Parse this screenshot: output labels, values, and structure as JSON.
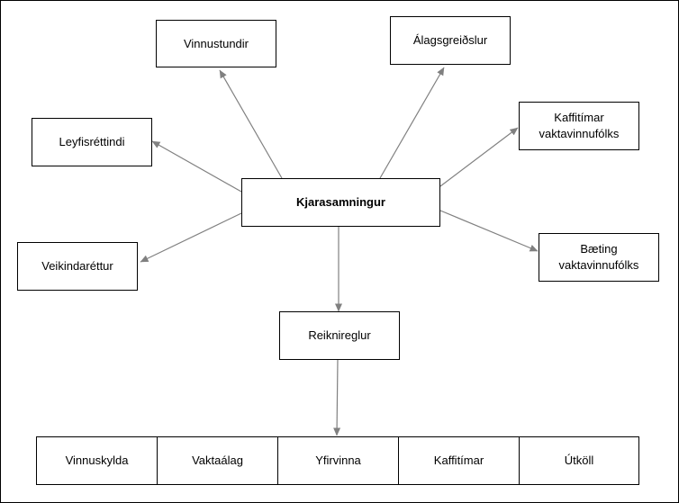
{
  "colors": {
    "border": "#000000",
    "arrow": "#808080",
    "text": "#000000",
    "background": "#ffffff"
  },
  "center": "Kjarasamningur",
  "middle": "Reiknireglur",
  "top_left": "Vinnustundir",
  "top_right": "Álagsgreiðslur",
  "left_upper": "Leyfisréttindi",
  "left_lower": "Veikindaréttur",
  "right_upper": "Kaffitímar\nvaktavinnufólks",
  "right_lower": "Bæting\nvaktavinnufólks",
  "bottom": [
    "Vinnuskylda",
    "Vaktaálag",
    "Yfirvinna",
    "Kaffitímar",
    "Útköll"
  ]
}
